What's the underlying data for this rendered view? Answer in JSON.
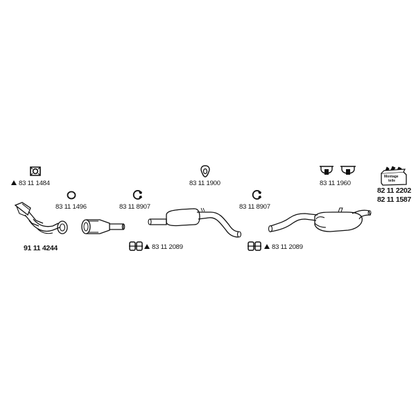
{
  "parts": {
    "gasket_square": "83 11 1484",
    "ring_gasket": "83 11 1496",
    "downpipe": "91 11 4244",
    "clamp_left": "83 11 8907",
    "clamp_pair_left": "83 11 2089",
    "hanger_oval": "83 11 1900",
    "clamp_right": "83 11 8907",
    "clamp_pair_right": "83 11 2089",
    "hanger_double": "83 11 1960",
    "kit_1": "82 11 2202",
    "kit_2": "82 11 1587"
  },
  "kit_box": {
    "line1": "Montage",
    "line2": "teile"
  },
  "warning_marker_color": "#111111",
  "line_color": "#111111"
}
